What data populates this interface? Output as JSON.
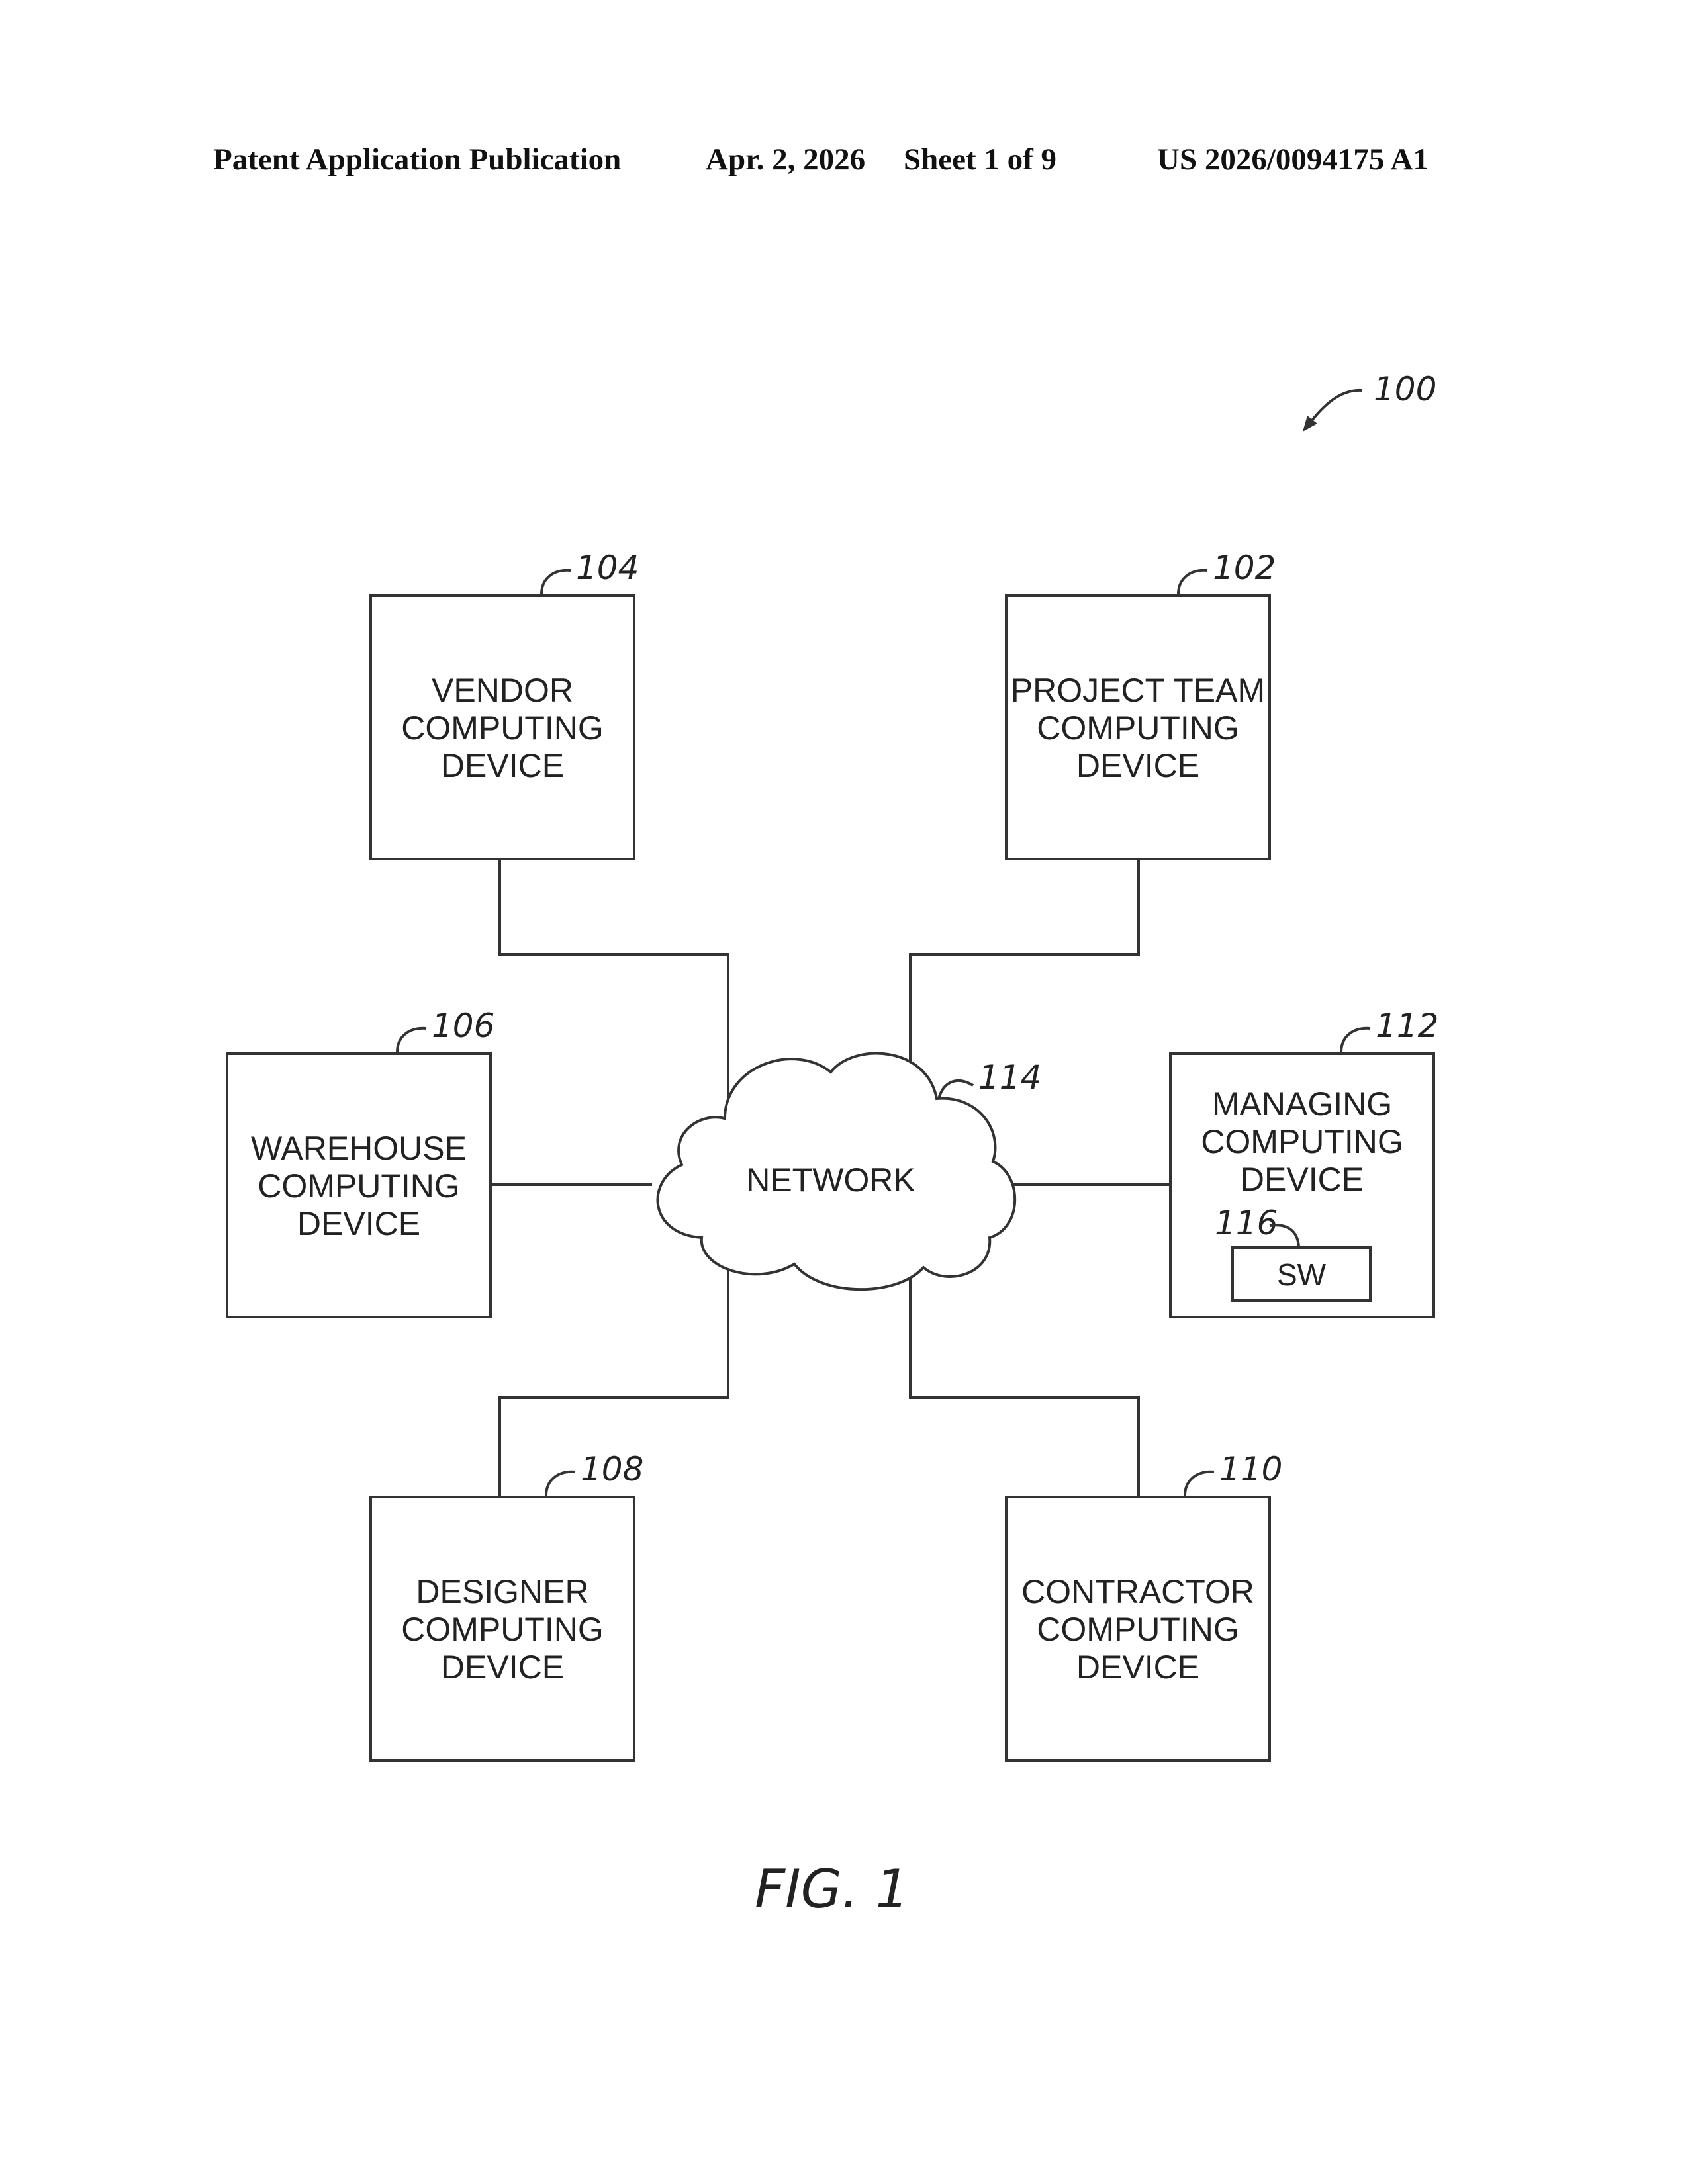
{
  "header": {
    "publication": "Patent Application Publication",
    "date": "Apr. 2, 2026",
    "sheet": "Sheet 1 of 9",
    "number": "US 2026/0094175 A1"
  },
  "system_ref": "100",
  "devices": {
    "vendor": {
      "ref": "104",
      "lines": [
        "VENDOR",
        "COMPUTING",
        "DEVICE"
      ]
    },
    "project_team": {
      "ref": "102",
      "lines": [
        "PROJECT TEAM",
        "COMPUTING",
        "DEVICE"
      ]
    },
    "warehouse": {
      "ref": "106",
      "lines": [
        "WAREHOUSE",
        "COMPUTING",
        "DEVICE"
      ]
    },
    "managing": {
      "ref": "112",
      "lines": [
        "MANAGING",
        "COMPUTING",
        "DEVICE"
      ]
    },
    "designer": {
      "ref": "108",
      "lines": [
        "DESIGNER",
        "COMPUTING",
        "DEVICE"
      ]
    },
    "contractor": {
      "ref": "110",
      "lines": [
        "CONTRACTOR",
        "COMPUTING",
        "DEVICE"
      ]
    }
  },
  "software": {
    "ref": "116",
    "label": "SW"
  },
  "network": {
    "ref": "114",
    "label": "NETWORK"
  },
  "figure_label": "FIG. 1"
}
